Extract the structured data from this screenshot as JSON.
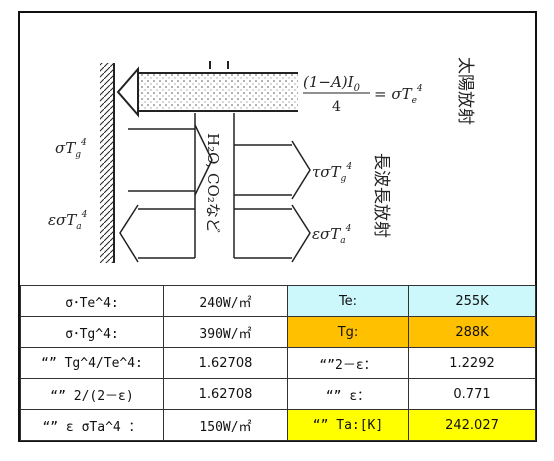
{
  "diagram": {
    "solar_formula": "(1−A)I₀/4 = σTₑ⁴",
    "solar_numer": "(1−A)I",
    "solar_numer_sub": "0",
    "solar_denom": "4",
    "solar_eq": "= σT",
    "solar_eq_sub": "e",
    "solar_eq_sup": "4",
    "solar_label": "太陽放射",
    "longwave_label": "長波長放射",
    "gas_label": "H₂O, CO₂など",
    "left_upper": "σT",
    "left_upper_sub": "g",
    "left_upper_sup": "4",
    "left_lower": "εσT",
    "left_lower_sub": "a",
    "left_lower_sup": "4",
    "right_upper": "τσT",
    "right_upper_sub": "g",
    "right_upper_sup": "4",
    "right_lower": "εσT",
    "right_lower_sub": "a",
    "right_lower_sup": "4"
  },
  "table": {
    "rows": [
      {
        "c1": "σ･Te^4:",
        "c2": "240W/㎡",
        "c3": "Te:",
        "c4": "255K"
      },
      {
        "c1": "σ･Tg^4:",
        "c2": "390W/㎡",
        "c3": "Tg:",
        "c4": "288K"
      },
      {
        "c1": "“” Tg^4/Te^4:",
        "c2": "1.62708",
        "c3": "“”2－ε：",
        "c4": "1.2292"
      },
      {
        "c1": "“” 2/(2－ε)",
        "c2": "1.62708",
        "c3": "“” ε：",
        "c4": "0.771"
      },
      {
        "c1": "“” ε σTa^4 ：",
        "c2": "150W/㎡",
        "c3": "“” Ta:[K]",
        "c4": "242.027"
      }
    ]
  },
  "colors": {
    "te_cell": "#ccf7fb",
    "tg_cell": "#ffc000",
    "ta_cell": "#ffff00"
  }
}
